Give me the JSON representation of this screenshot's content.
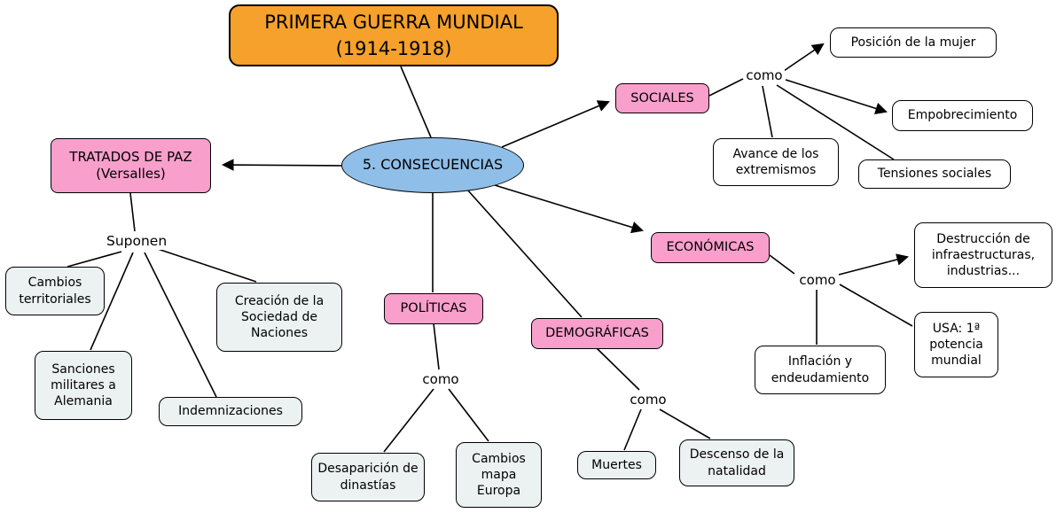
{
  "diagram": {
    "title": {
      "line1": "PRIMERA GUERRA MUNDIAL",
      "line2": "(1914-1918)"
    },
    "central": "5. CONSECUENCIAS",
    "categories": {
      "tratados_line1": "TRATADOS DE PAZ",
      "tratados_line2": "(Versalles)",
      "sociales": "SOCIALES",
      "economicas": "ECONÓMICAS",
      "politicas": "POLÍTICAS",
      "demograficas": "DEMOGRÁFICAS"
    },
    "connectors": {
      "suponen": "Suponen",
      "como_sociales": "como",
      "como_economicas": "como",
      "como_politicas": "como",
      "como_demograficas": "como"
    },
    "leaves": {
      "posicion_mujer": "Posición de la mujer",
      "empobrecimiento": "Empobrecimiento",
      "avance_extremismos": "Avance de los extremismos",
      "tensiones_sociales": "Tensiones sociales",
      "cambios_territoriales": "Cambios territoriales",
      "creacion_sociedad": "Creación de la Sociedad de Naciones",
      "sanciones_alemania": "Sanciones militares a Alemania",
      "indemnizaciones": "Indemnizaciones",
      "destruccion": "Destrucción de infraestructuras, industrias...",
      "usa_potencia": "USA: 1ª potencia mundial",
      "inflacion": "Inflación y endeudamiento",
      "desaparicion_dinastias": "Desaparición de dinastías",
      "cambios_mapa": "Cambios mapa Europa",
      "muertes": "Muertes",
      "descenso_natalidad": "Descenso de la natalidad"
    },
    "colors": {
      "title_bg": "#F5A12B",
      "central_bg": "#8FBEE8",
      "category_bg": "#F89FCB",
      "leaf_bg": "#FFFFFF",
      "leaf_tint_bg": "#ECF1F1",
      "line": "#000000"
    }
  }
}
